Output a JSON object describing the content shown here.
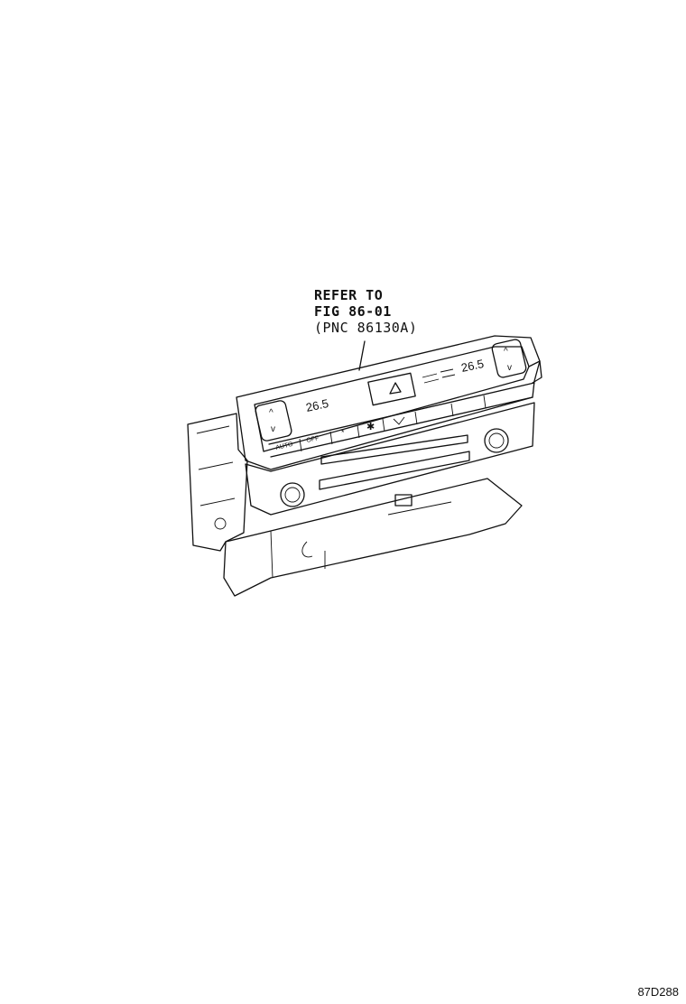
{
  "callout": {
    "line1": "REFER TO",
    "line2": "FIG 86-01",
    "line3": "(PNC 86130A)"
  },
  "display": {
    "left_temp": "26.5",
    "right_temp": "26.5"
  },
  "buttons": {
    "auto": "AUTO",
    "off": "OFF"
  },
  "figure_code": "87D288"
}
